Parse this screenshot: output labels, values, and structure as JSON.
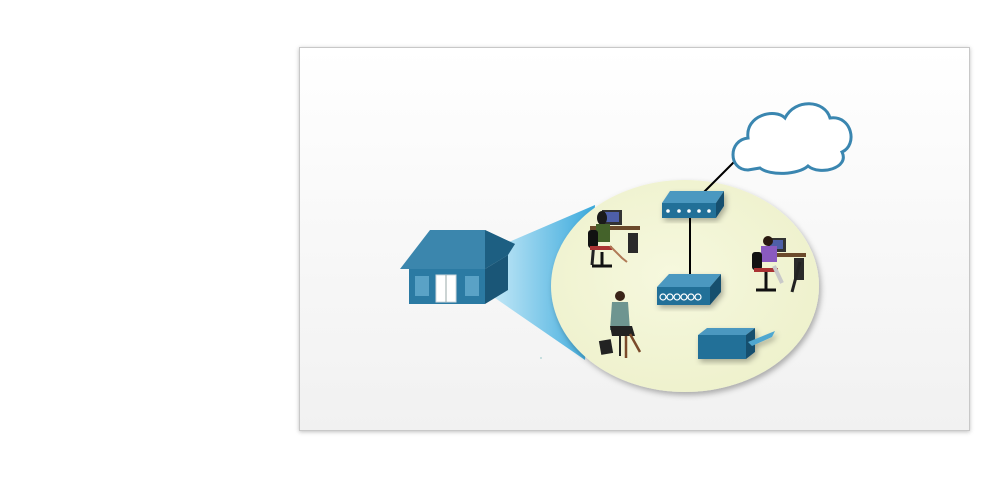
{
  "diagram": {
    "type": "network-topology",
    "nodes": [
      {
        "id": "home",
        "icon": "house-icon"
      },
      {
        "id": "internet",
        "icon": "cloud-icon"
      },
      {
        "id": "router",
        "icon": "router-icon"
      },
      {
        "id": "switch",
        "icon": "switch-icon"
      },
      {
        "id": "printer",
        "icon": "printer-icon"
      },
      {
        "id": "user1",
        "icon": "user-at-desktop-icon"
      },
      {
        "id": "user2",
        "icon": "user-at-desktop-icon"
      },
      {
        "id": "user3",
        "icon": "user-on-phone-icon"
      }
    ],
    "links": [
      [
        "internet",
        "router"
      ],
      [
        "router",
        "switch"
      ]
    ],
    "colors": {
      "device": "#1f6f98",
      "zoom_bubble": "#f3f5d6",
      "cloud_stroke": "#3a86b0",
      "cone": "#4fb6e3"
    }
  }
}
